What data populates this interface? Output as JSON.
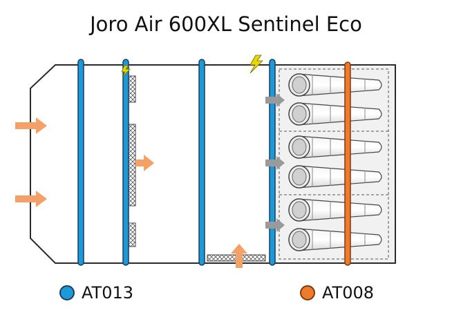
{
  "title": "Joro Air 600XL Sentinel Eco",
  "legend": [
    {
      "label": "AT013",
      "color": "#1a9ad8"
    },
    {
      "label": "AT008",
      "color": "#f07a2c"
    }
  ],
  "colors": {
    "blue_line": "#1a9ad8",
    "orange_line": "#f07a2c",
    "orange_arrow": "#f5a066",
    "gray_arrow": "#9a9a9a",
    "spark": "#e8d800"
  },
  "icons": [
    "lightning-icon",
    "airflow-arrow-icon"
  ]
}
